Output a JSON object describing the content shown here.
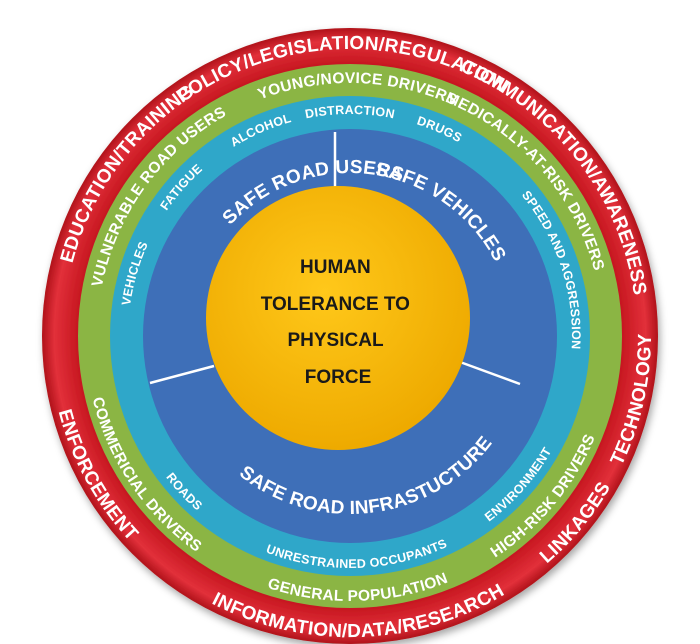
{
  "colors": {
    "outer_ring": "#d8202a",
    "green_ring": "#8bb544",
    "teal_ring": "#2fa7c9",
    "blue_ring": "#3e6fb8",
    "core": "#f5b800",
    "text_light": "#ffffff",
    "text_dark": "#1a1a1a"
  },
  "core": {
    "lines": [
      "HUMAN",
      "TOLERANCE TO",
      "PHYSICAL",
      "FORCE"
    ]
  },
  "pillars": [
    {
      "label": "SAFE ROAD USERS"
    },
    {
      "label": "SAFE VEHICLES"
    },
    {
      "label": "SAFE ROAD INFRASTUCTURE"
    }
  ],
  "risk_factors": [
    {
      "label": "DISTRACTION"
    },
    {
      "label": "DRUGS"
    },
    {
      "label": "SPEED AND AGGRESSION"
    },
    {
      "label": "ROADS"
    },
    {
      "label": "UNRESTRAINED OCCUPANTS"
    },
    {
      "label": "ENVIRONMENT"
    },
    {
      "label": "VEHICLES"
    },
    {
      "label": "FATIGUE"
    },
    {
      "label": "ALCOHOL"
    }
  ],
  "populations": [
    {
      "label": "YOUNG/NOVICE DRIVERS"
    },
    {
      "label": "MEDICALLY-AT-RISK DRIVERS"
    },
    {
      "label": "COMMERICIAL DRIVERS"
    },
    {
      "label": "GENERAL POPULATION"
    },
    {
      "label": "HIGH-RISK DRIVERS"
    },
    {
      "label": "VULNERABLE ROAD USERS"
    }
  ],
  "strategies": [
    {
      "label": "POLICY/LEGISLATION/REGULATION"
    },
    {
      "label": "COMMUNICATION/AWARENESS"
    },
    {
      "label": "ENFORCEMENT"
    },
    {
      "label": "INFORMATION/DATA/RESEARCH"
    },
    {
      "label": "LINKAGES"
    },
    {
      "label": "TECHNOLOGY"
    },
    {
      "label": "EDUCATION/TRAINING"
    }
  ]
}
